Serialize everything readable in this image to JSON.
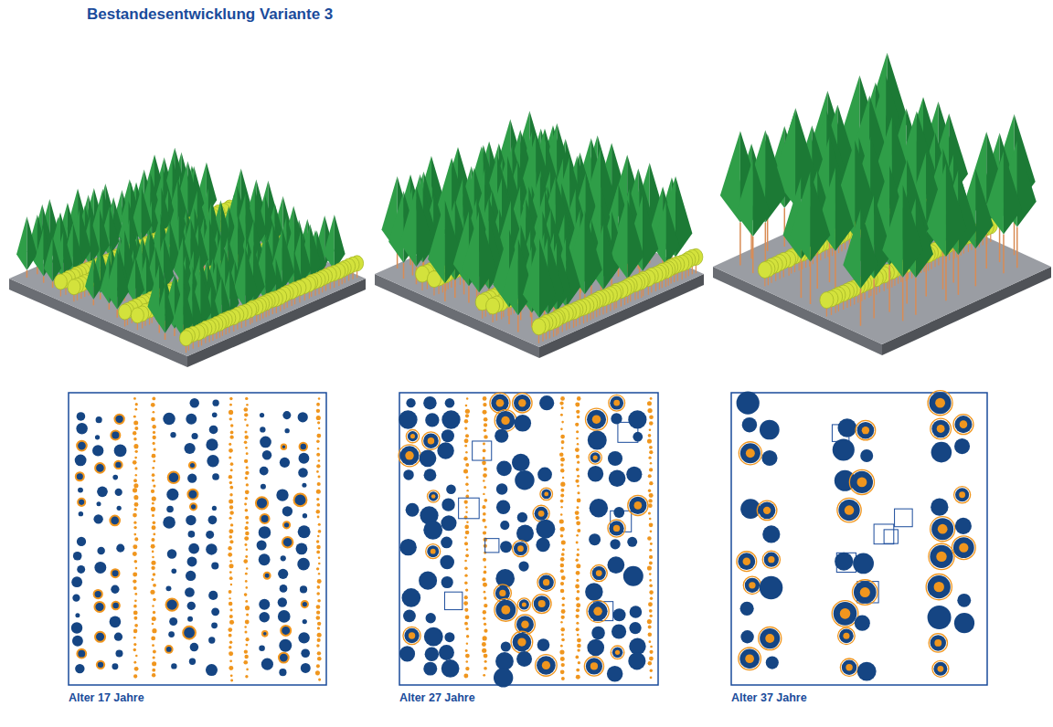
{
  "diagram": {
    "title": "Bestandesentwicklung Variante 3",
    "labels": [
      "Alter 17 Jahre",
      "Alter 27 Jahre",
      "Alter 37 Jahre"
    ]
  }
}
